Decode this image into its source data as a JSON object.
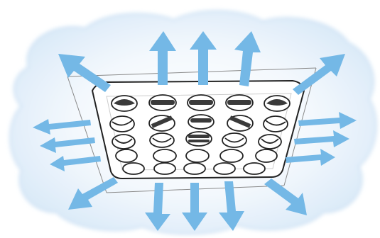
{
  "illustration": {
    "subject": "ceiling-cassette-vent",
    "colors": {
      "cloud_fill": "#e6f1fb",
      "cloud_edge": "#c4dcf2",
      "arrow": "#74b8e6",
      "outline": "#222222",
      "panel": "#ffffff",
      "nozzle_dark": "#3a3a3a",
      "nozzle_light": "#ffffff"
    },
    "nozzle_grid": {
      "rows": 5,
      "columns": 5
    }
  }
}
